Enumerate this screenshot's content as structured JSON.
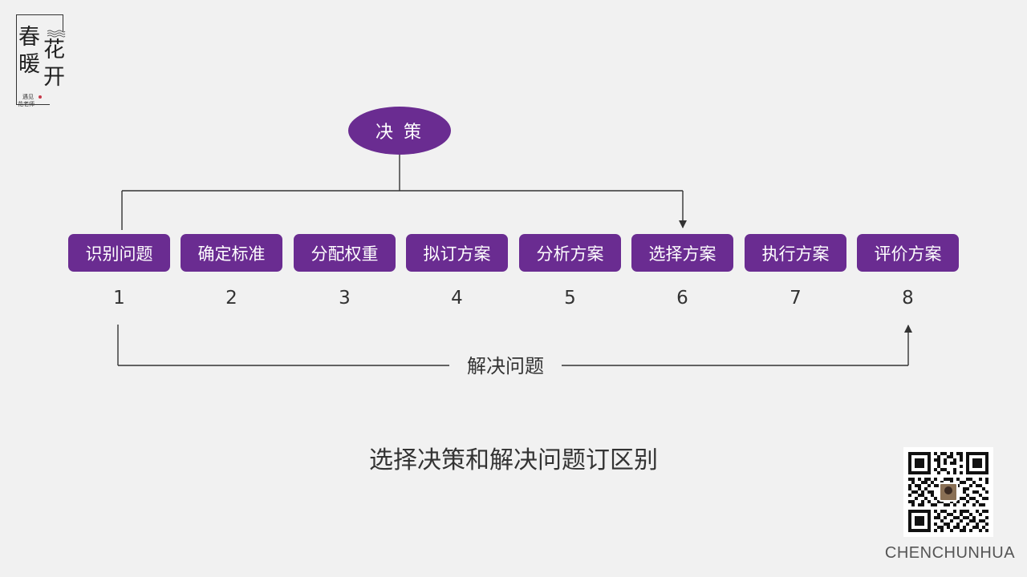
{
  "logo": {
    "chars": [
      "春",
      "暖",
      "花",
      "开"
    ],
    "line1": "遇见",
    "line2": "花老师"
  },
  "decision": {
    "label": "决 策"
  },
  "steps": [
    {
      "label": "识别问题",
      "number": "1"
    },
    {
      "label": "确定标准",
      "number": "2"
    },
    {
      "label": "分配权重",
      "number": "3"
    },
    {
      "label": "拟订方案",
      "number": "4"
    },
    {
      "label": "分析方案",
      "number": "5"
    },
    {
      "label": "选择方案",
      "number": "6"
    },
    {
      "label": "执行方案",
      "number": "7"
    },
    {
      "label": "评价方案",
      "number": "8"
    }
  ],
  "solve_problem": {
    "label": "解决问题"
  },
  "caption": "选择决策和解决问题订区别",
  "brand": "CHENCHUNHUA",
  "colors": {
    "accent": "#6a2c91",
    "background": "#f1f1f1",
    "text": "#333333",
    "logo_dot": "#c63a4a"
  }
}
